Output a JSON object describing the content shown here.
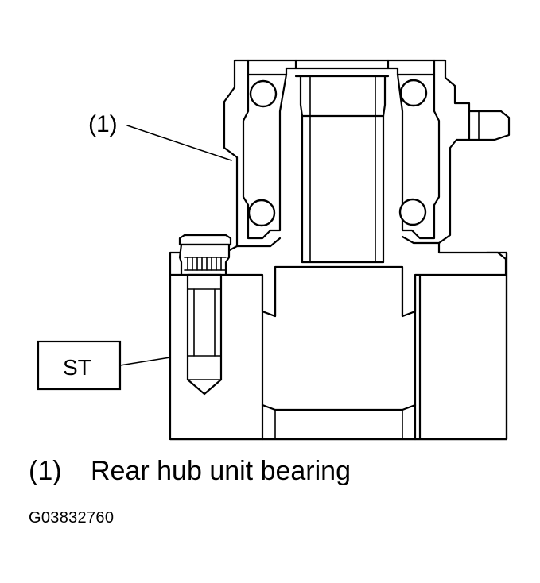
{
  "diagram": {
    "callout_1": "(1)",
    "tool_label": "ST"
  },
  "legend": {
    "number": "(1)",
    "text": "Rear hub unit bearing"
  },
  "figure_code": "G03832760"
}
